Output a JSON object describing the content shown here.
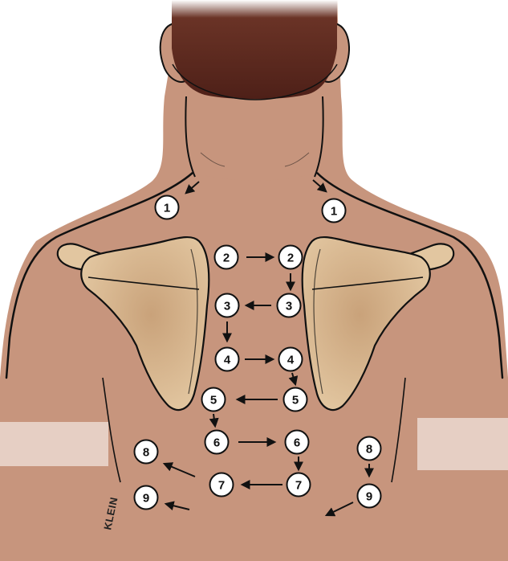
{
  "colors": {
    "skin": "#c7957d",
    "skin_shadow": "#b88670",
    "hair": "#6a3326",
    "hair_dark": "#4e2018",
    "bone": "#ddbf98",
    "bone_center": "#c9a27a",
    "outline": "#111111",
    "circle_fill": "#ffffff"
  },
  "auscultation_points": [
    {
      "id": "L1",
      "label": "1"
    },
    {
      "id": "R1",
      "label": "1"
    },
    {
      "id": "L2",
      "label": "2"
    },
    {
      "id": "R2",
      "label": "2"
    },
    {
      "id": "L3",
      "label": "3"
    },
    {
      "id": "R3",
      "label": "3"
    },
    {
      "id": "L4",
      "label": "4"
    },
    {
      "id": "R4",
      "label": "4"
    },
    {
      "id": "L5",
      "label": "5"
    },
    {
      "id": "R5",
      "label": "5"
    },
    {
      "id": "L6",
      "label": "6"
    },
    {
      "id": "R6",
      "label": "6"
    },
    {
      "id": "L7",
      "label": "7"
    },
    {
      "id": "R7",
      "label": "7"
    },
    {
      "id": "L8",
      "label": "8"
    },
    {
      "id": "R8",
      "label": "8"
    },
    {
      "id": "L9",
      "label": "9"
    },
    {
      "id": "R9",
      "label": "9"
    }
  ],
  "signature": "KLEIN"
}
